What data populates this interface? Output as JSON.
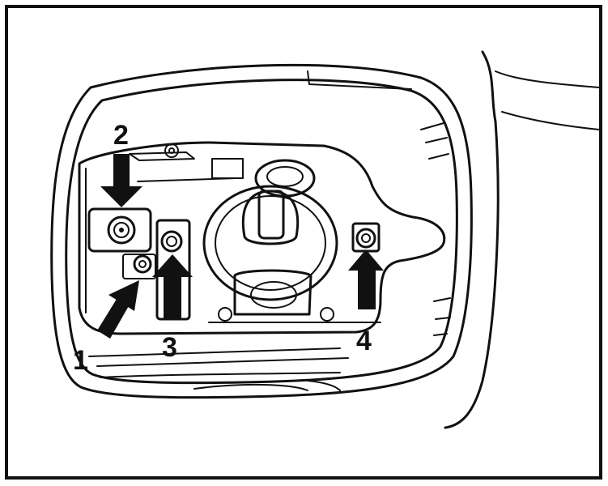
{
  "figure": {
    "callouts": [
      {
        "id": "1",
        "label": "1"
      },
      {
        "id": "2",
        "label": "2"
      },
      {
        "id": "3",
        "label": "3"
      },
      {
        "id": "4",
        "label": "4"
      }
    ],
    "colors": {
      "ink": "#111111",
      "paper": "#ffffff"
    }
  }
}
